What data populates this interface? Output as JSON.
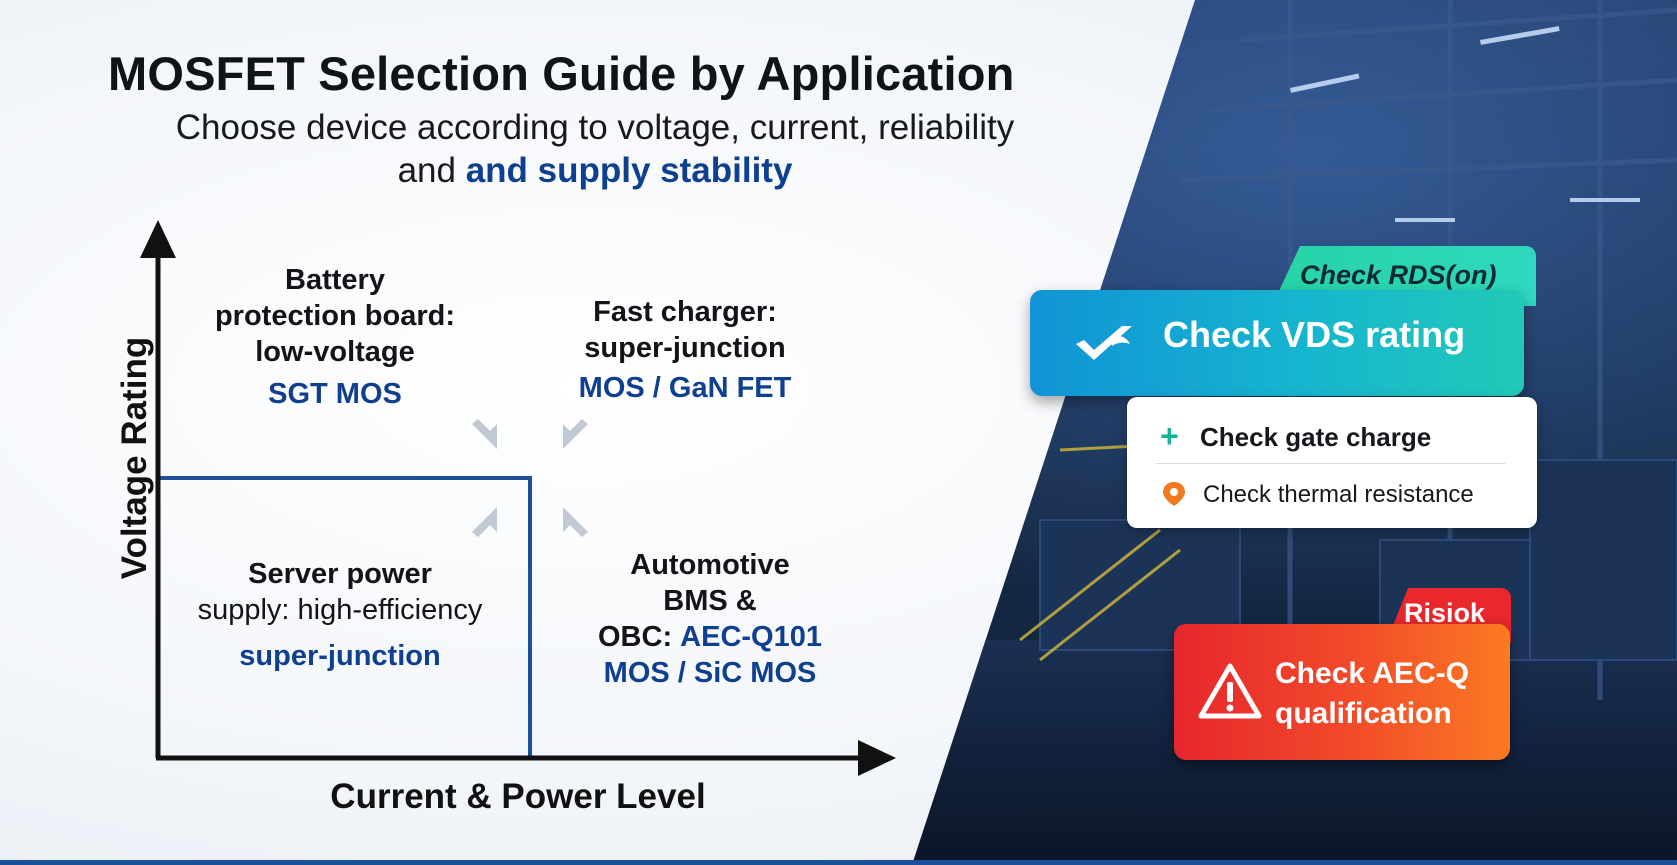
{
  "title": "MOSFET Selection Guide by Application",
  "subtitle": {
    "line1": "Choose device according to voltage, current, reliability",
    "line2_prefix": "and",
    "line2_highlight": "and supply stability"
  },
  "axes": {
    "x_label": "Current & Power Level",
    "y_label": "Voltage Rating"
  },
  "quadrants": {
    "top_left": {
      "line1": "Battery",
      "line2": "protection board:",
      "line3": "low-voltage",
      "highlight": "SGT MOS"
    },
    "top_right": {
      "line1": "Fast charger:",
      "line2": "super-junction",
      "highlight": "MOS / GaN FET"
    },
    "bottom_left": {
      "line1": "Server power",
      "line2": "supply: high-efficiency",
      "highlight": "super-junction"
    },
    "bottom_right": {
      "line1": "Automotive",
      "line2": "BMS &",
      "line3_prefix": "OBC:",
      "line3_highlight": "AEC-Q101",
      "highlight": "MOS / SiC MOS"
    }
  },
  "cards": {
    "rds_tab": "Check RDS(on)",
    "vds": "Check VDS rating",
    "gate": "Check gate charge",
    "thermal": "Check thermal resistance",
    "risk_tab": "Risiok",
    "aec": "Check AEC-Q qualification"
  },
  "colors": {
    "accent_blue": "#0f3f8f",
    "teal": "#22c9b7",
    "risk_red": "#e8282c",
    "risk_orange": "#fb7a22"
  }
}
